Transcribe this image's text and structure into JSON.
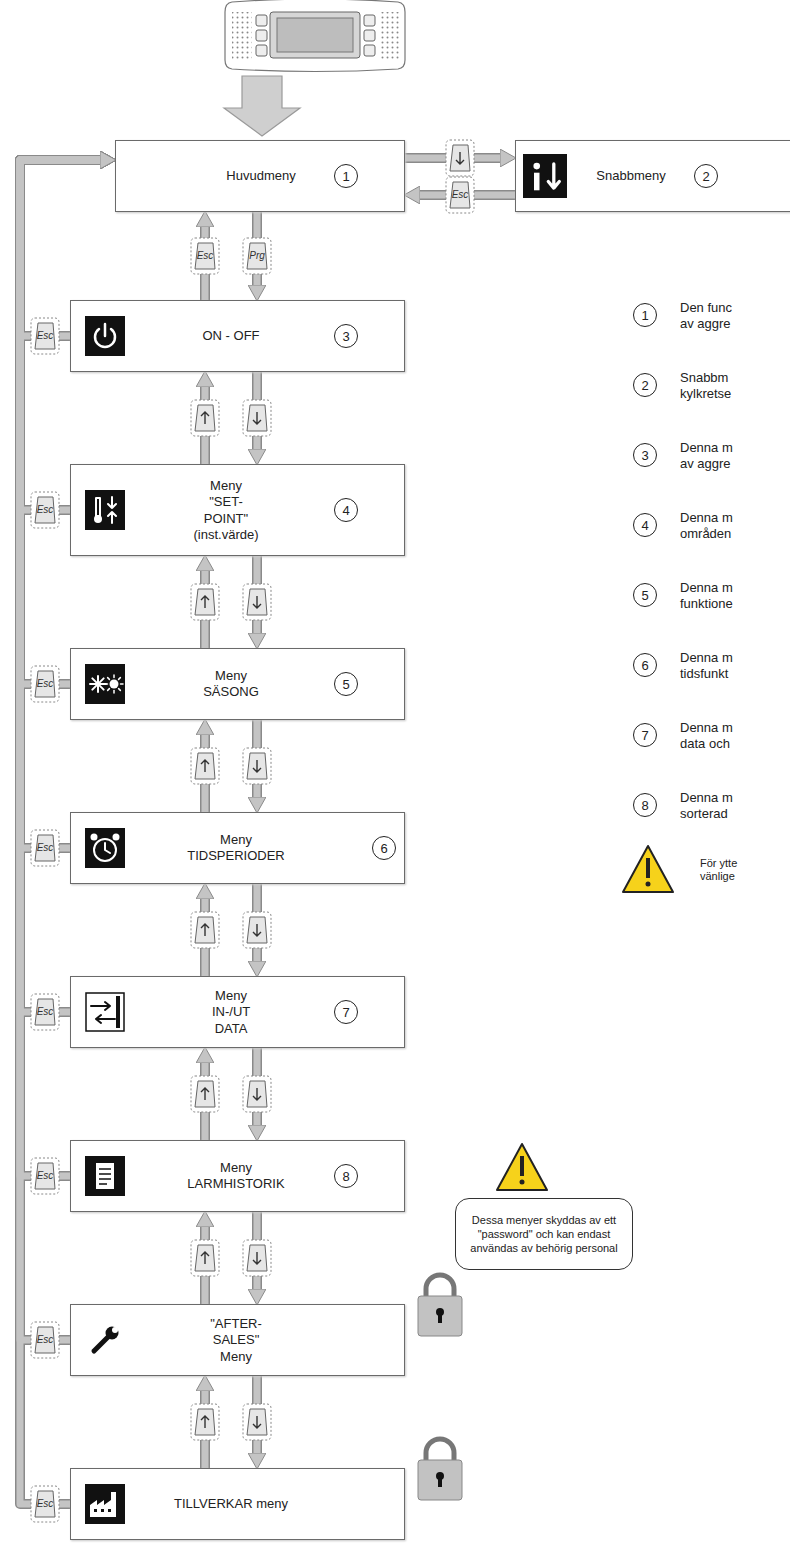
{
  "diagram": {
    "nodes": [
      {
        "text": [
          "Huvudmeny"
        ]
      },
      {
        "text": [
          "1"
        ],
        "in": 0
      },
      {
        "text": [
          "Snabbmeny"
        ]
      },
      {
        "text": [
          "2"
        ],
        "in": 2
      },
      {
        "text": [
          "ON - OFF"
        ]
      },
      {
        "text": [
          "3"
        ],
        "in": 4
      },
      {
        "text": [
          "Meny \"SET-POINT\" (inst.värde)"
        ]
      },
      {
        "text": [
          "4"
        ],
        "in": 6
      },
      {
        "text": [
          "Meny SÄSONG"
        ]
      },
      {
        "text": [
          "5"
        ],
        "in": 8
      },
      {
        "text": [
          "Meny TIDSPERIODER"
        ]
      },
      {
        "text": [
          "6"
        ],
        "in": 10
      },
      {
        "text": [
          "Meny IN-/UT DATA"
        ]
      },
      {
        "text": [
          "7"
        ],
        "in": 12
      },
      {
        "text": [
          "Meny LARMHISTORIK"
        ]
      },
      {
        "text": [
          "8"
        ],
        "in": 14
      },
      {
        "text": [
          "\"AFTER-SALES\" Meny"
        ]
      },
      {
        "text": [
          "TILLVERKAR meny"
        ]
      },
      {
        "text": [
          "1"
        ]
      },
      {
        "text": [
          "2"
        ]
      },
      {
        "text": [
          "3"
        ]
      },
      {
        "text": [
          "4"
        ]
      },
      {
        "text": [
          "5"
        ]
      },
      {
        "text": [
          "6"
        ]
      },
      {
        "text": [
          "7"
        ]
      },
      {
        "text": [
          "8"
        ]
      },
      {
        "text": [
          "Dessa menyer skyddas av ett \"password\" och kan endast användas av behörig personal"
        ]
      }
    ],
    "edges": [
      {
        "from": 0,
        "to": 2,
        "arrow": "to"
      },
      {
        "from": 2,
        "to": 0,
        "label": "Esc",
        "arrow": "to"
      },
      {
        "from": 0,
        "to": 4,
        "label": "Prg",
        "arrow": "to"
      },
      {
        "from": 4,
        "to": 0,
        "label": "Esc",
        "arrow": "to"
      },
      {
        "from": 4,
        "to": 6,
        "arrow": "to"
      },
      {
        "from": 6,
        "to": 4,
        "arrow": "to"
      },
      {
        "from": 6,
        "to": 8,
        "arrow": "to"
      },
      {
        "from": 8,
        "to": 6,
        "arrow": "to"
      },
      {
        "from": 8,
        "to": 10,
        "arrow": "to"
      },
      {
        "from": 10,
        "to": 8,
        "arrow": "to"
      },
      {
        "from": 10,
        "to": 12,
        "arrow": "to"
      },
      {
        "from": 12,
        "to": 10,
        "arrow": "to"
      },
      {
        "from": 12,
        "to": 14,
        "arrow": "to"
      },
      {
        "from": 14,
        "to": 12,
        "arrow": "to"
      },
      {
        "from": 14,
        "to": 16,
        "arrow": "to"
      },
      {
        "from": 16,
        "to": 14,
        "arrow": "to"
      },
      {
        "from": 16,
        "to": 17,
        "arrow": "to"
      },
      {
        "from": 17,
        "to": 16,
        "arrow": "to"
      },
      {
        "from": 4,
        "to": 0,
        "label": "Esc",
        "arrow": "to"
      },
      {
        "from": 6,
        "to": 0,
        "label": "Esc",
        "arrow": "to"
      },
      {
        "from": 8,
        "to": 0,
        "label": "Esc",
        "arrow": "to"
      },
      {
        "from": 10,
        "to": 0,
        "label": "Esc",
        "arrow": "to"
      },
      {
        "from": 12,
        "to": 0,
        "label": "Esc",
        "arrow": "to"
      },
      {
        "from": 14,
        "to": 0,
        "label": "Esc",
        "arrow": "to"
      },
      {
        "from": 16,
        "to": 0,
        "label": "Esc",
        "arrow": "to"
      },
      {
        "from": 17,
        "to": 0,
        "label": "Esc",
        "arrow": "to"
      }
    ],
    "labels": [
      "Den func av aggre",
      "Snabbm kylkretse",
      "Denna m av aggre",
      "Denna m områden",
      "Denna m funktione",
      "Denna m tidsfunkt",
      "Denna m data och",
      "Denna m sorterad",
      "För ytte vänlige"
    ]
  }
}
